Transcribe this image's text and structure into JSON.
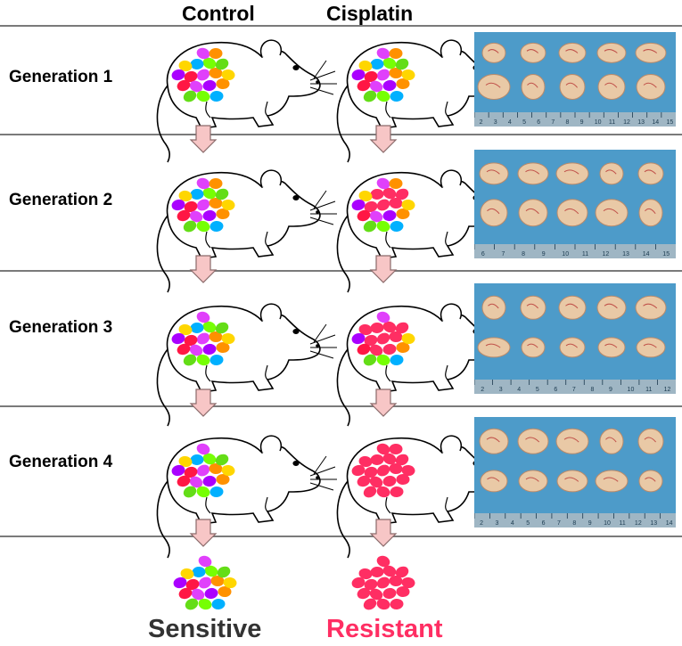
{
  "headers": {
    "control": "Control",
    "cisplatin": "Cisplatin"
  },
  "generations": [
    {
      "label": "Generation 1"
    },
    {
      "label": "Generation 2"
    },
    {
      "label": "Generation 3"
    },
    {
      "label": "Generation 4"
    }
  ],
  "outcomes": {
    "sensitive": "Sensitive",
    "resistant": "Resistant"
  },
  "photo_scale_labels": [
    [
      "2",
      "3",
      "4",
      "5",
      "6",
      "7",
      "8",
      "9",
      "10",
      "11",
      "12",
      "13",
      "14",
      "15"
    ],
    [
      "6",
      "7",
      "8",
      "9",
      "10",
      "11",
      "12",
      "13",
      "14",
      "15"
    ],
    [
      "2",
      "3",
      "4",
      "5",
      "6",
      "7",
      "8",
      "9",
      "10",
      "11",
      "12"
    ],
    [
      "2",
      "3",
      "4",
      "5",
      "6",
      "7",
      "8",
      "9",
      "10",
      "11",
      "12",
      "13",
      "14"
    ]
  ],
  "colors": {
    "tumor_palette": [
      "#e040fb",
      "#76ff03",
      "#ffd600",
      "#ff9100",
      "#00b0ff",
      "#aa00ff",
      "#ff1744",
      "#64dd17"
    ],
    "resistant": "#ff2e63",
    "arrow_fill": "#f7c6c6",
    "arrow_stroke": "#8a6a6a",
    "divider": "#7a7a7a",
    "photo_background": "#4d9bc9",
    "tumor_tissue": "#e9c9a6",
    "outcome_sensitive_text": "#333333",
    "outcome_resistant_text": "#ff2e63"
  },
  "cell_counts": {
    "control": [
      18,
      18,
      17,
      17
    ],
    "cisplatin": [
      18,
      18,
      17,
      18
    ]
  },
  "resistant_cell_counts": {
    "cisplatin": [
      0,
      6,
      9,
      18
    ]
  }
}
